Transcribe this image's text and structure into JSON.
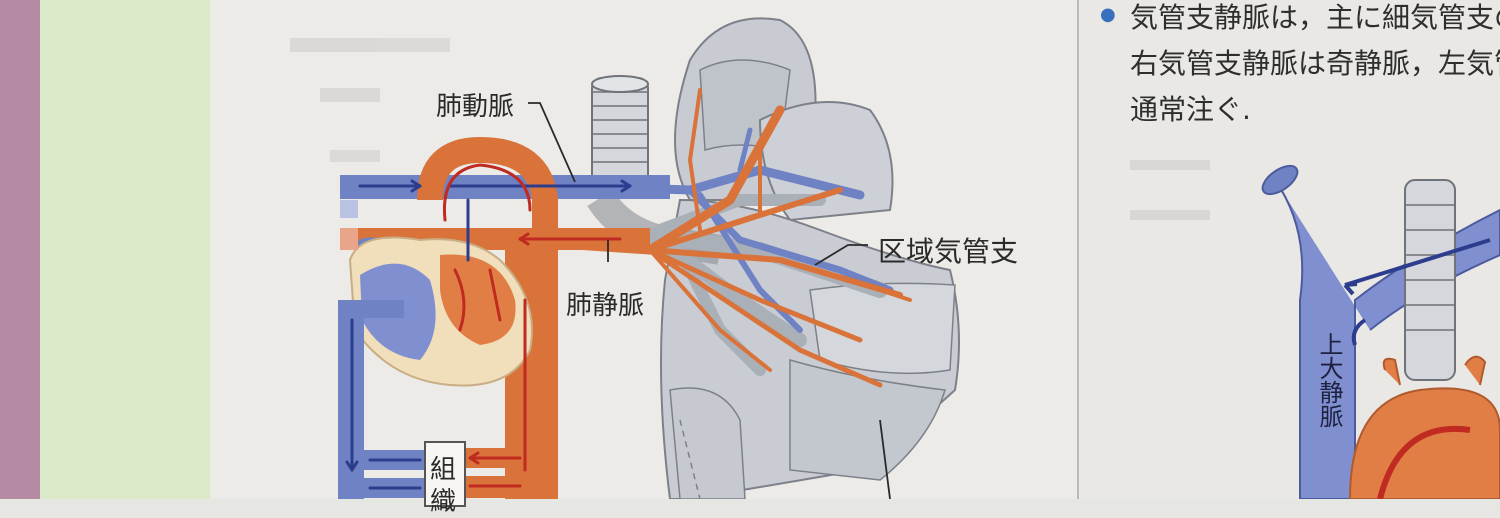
{
  "labels": {
    "pulmonary_artery": "肺動脈",
    "pulmonary_vein": "肺静脈",
    "segmental_bronchi": "区域気管支",
    "tissue_line1": "組",
    "tissue_line2": "織",
    "superior_vena_cava": "上大静脈"
  },
  "text_column": {
    "bullet": "●",
    "line1": "気管支静脈は，主に細気管支の静脈",
    "line2": "右気管支静脈は奇静脈，左気管支静",
    "line3": "通常注ぐ."
  },
  "colors": {
    "artery_orange": "#d9733a",
    "vein_blue": "#6f82c4",
    "flow_red": "#d6382c",
    "lung_gray": "#c9cdd3",
    "bullet_blue": "#3a6fc0"
  }
}
